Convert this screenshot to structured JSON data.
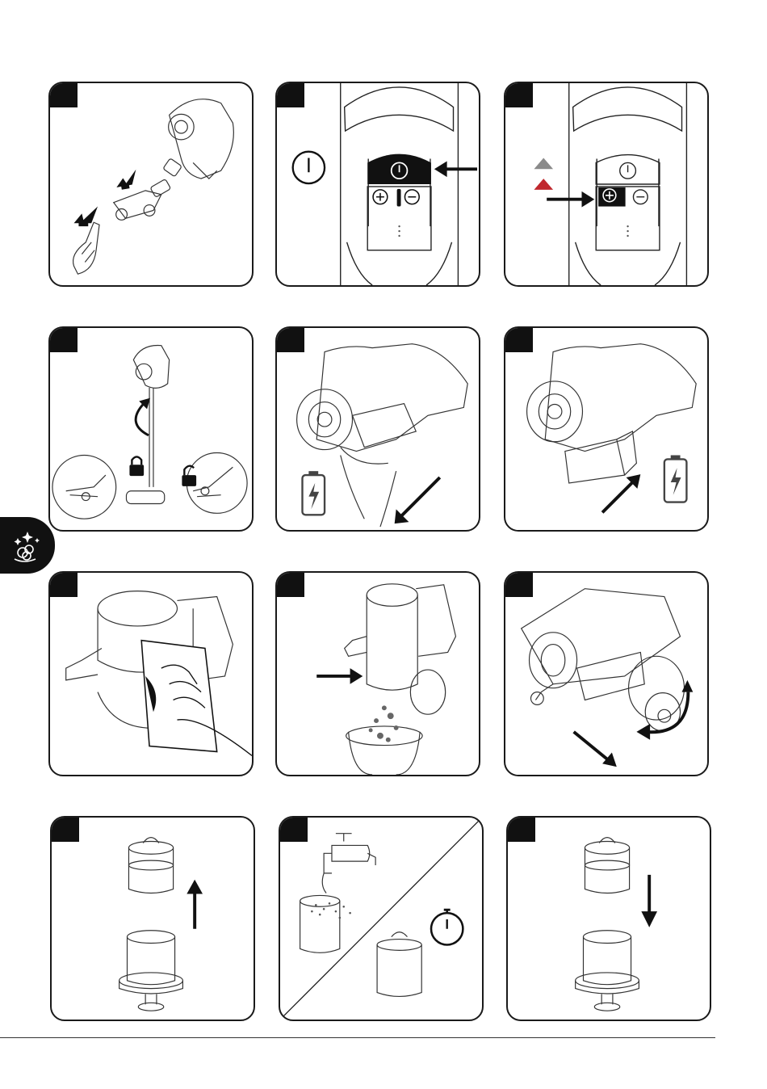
{
  "page": {
    "number": ""
  },
  "colors": {
    "ink": "#1a1a1a",
    "fill": "#111111",
    "accent_red": "#c0272d",
    "grey": "#8a8a8a"
  },
  "side_tab": {
    "icon": "cleaning-sparkle-icon"
  },
  "panels": [
    {
      "id": "step-1",
      "icon": "disassemble-vacuum-icon"
    },
    {
      "id": "step-2",
      "icon": "power-button-icon"
    },
    {
      "id": "step-3",
      "icon": "speed-up-button-icon"
    },
    {
      "id": "step-4",
      "icon": "lock-unlock-icon"
    },
    {
      "id": "step-5",
      "icon": "battery-remove-icon"
    },
    {
      "id": "step-6",
      "icon": "battery-insert-icon"
    },
    {
      "id": "step-7",
      "icon": "wipe-cloth-icon"
    },
    {
      "id": "step-8",
      "icon": "empty-dust-bin-icon"
    },
    {
      "id": "step-9",
      "icon": "rotate-open-icon"
    },
    {
      "id": "step-10",
      "icon": "filter-remove-icon"
    },
    {
      "id": "step-11",
      "icon": "faucet-timer-icon"
    },
    {
      "id": "step-12",
      "icon": "filter-insert-icon"
    }
  ]
}
